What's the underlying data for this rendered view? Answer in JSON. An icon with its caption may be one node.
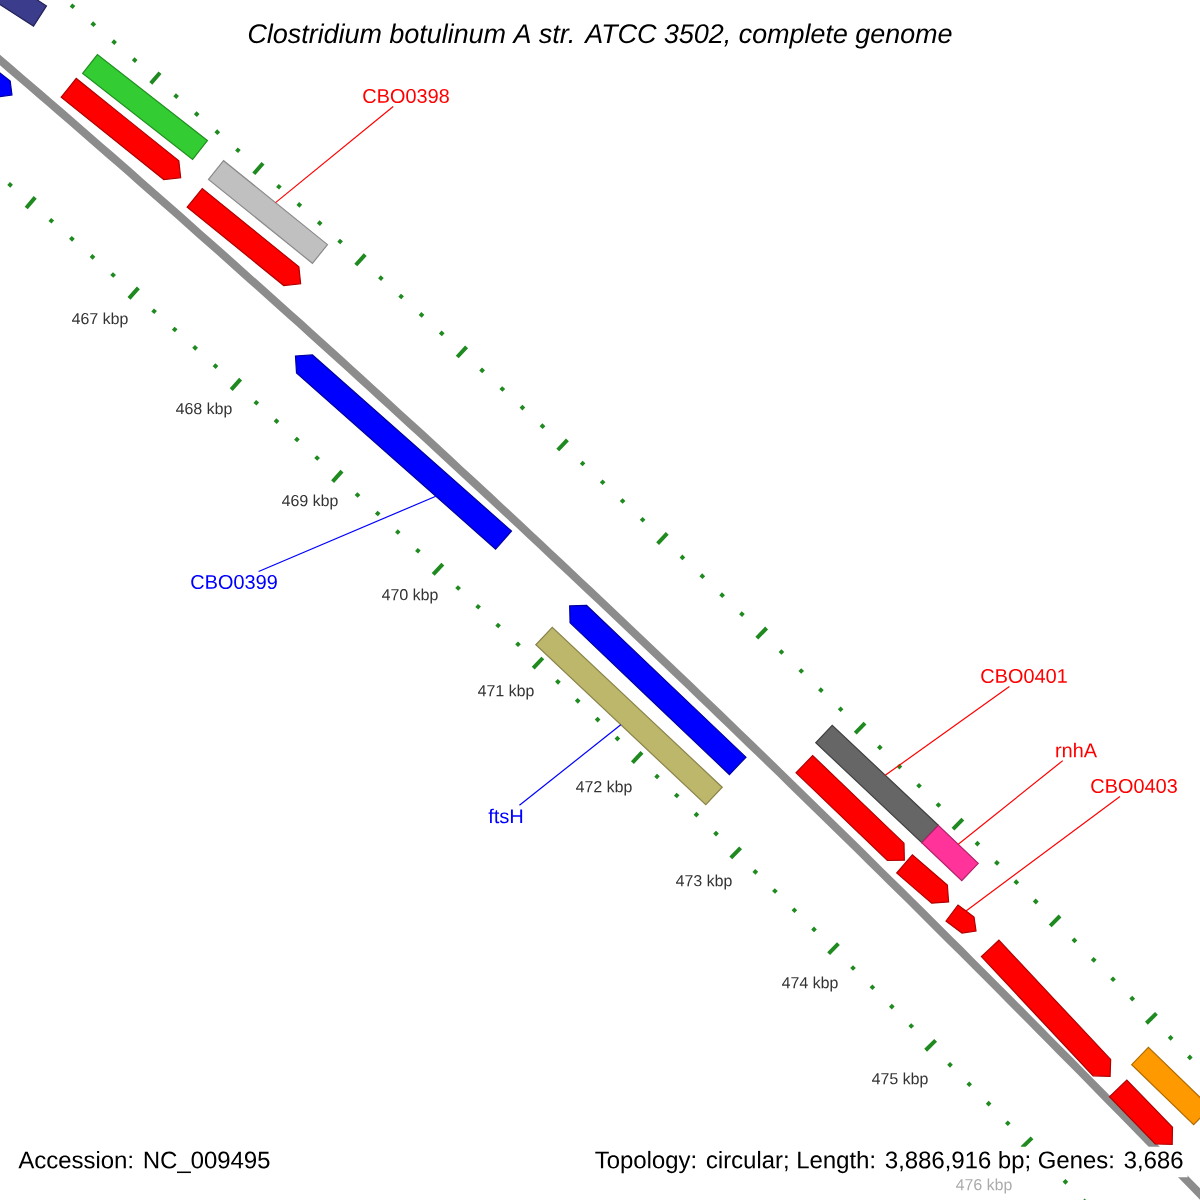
{
  "diagram": {
    "title": "Clostridium botulinum A str. ATCC 3502, complete genome",
    "nodes": [
      {
        "text": [],
        "shape": "bar"
      },
      {
        "text": [],
        "shape": "bar"
      },
      {
        "text": [],
        "shape": "bar"
      },
      {
        "text": [],
        "shape": "bar"
      },
      {
        "text": [],
        "shape": "bar"
      },
      {
        "text": [],
        "shape": "bar"
      },
      {
        "text": [],
        "shape": "bar"
      },
      {
        "text": [],
        "shape": "bar"
      },
      {
        "text": [],
        "shape": "bar"
      },
      {
        "text": [],
        "shape": "bar"
      },
      {
        "text": [],
        "shape": "bar"
      },
      {
        "text": [],
        "shape": "bar"
      },
      {
        "text": [],
        "shape": "bar"
      },
      {
        "text": [],
        "shape": "bar"
      },
      {
        "text": [],
        "shape": "bar"
      },
      {
        "text": [],
        "shape": "bar"
      },
      {
        "text": [],
        "shape": "bar"
      },
      {
        "text": [
          "CBO0398"
        ]
      },
      {
        "text": [
          "CBO0399"
        ]
      },
      {
        "text": [
          "ftsH"
        ]
      },
      {
        "text": [
          "CBO0401"
        ]
      },
      {
        "text": [
          "rnhA"
        ]
      },
      {
        "text": [
          "CBO0403"
        ]
      }
    ],
    "edges": [
      {
        "from": 17,
        "to": 4,
        "arrow": "none"
      },
      {
        "from": 18,
        "to": 6,
        "arrow": "none",
        "color": "#0000ff"
      },
      {
        "from": 19,
        "to": 7,
        "arrow": "none",
        "color": "#0000ff"
      },
      {
        "from": 20,
        "to": 9,
        "arrow": "none"
      },
      {
        "from": 21,
        "to": 11,
        "arrow": "none"
      },
      {
        "from": 22,
        "to": 13,
        "arrow": "none"
      }
    ],
    "labels": [
      "467 kbp",
      "468 kbp",
      "469 kbp",
      "470 kbp",
      "471 kbp",
      "472 kbp",
      "473 kbp",
      "474 kbp",
      "475 kbp",
      "476 kbp",
      "Accession: NC_009495",
      "Topology: circular; Length: 3,886,916 bp; Genes: 3,686"
    ]
  }
}
